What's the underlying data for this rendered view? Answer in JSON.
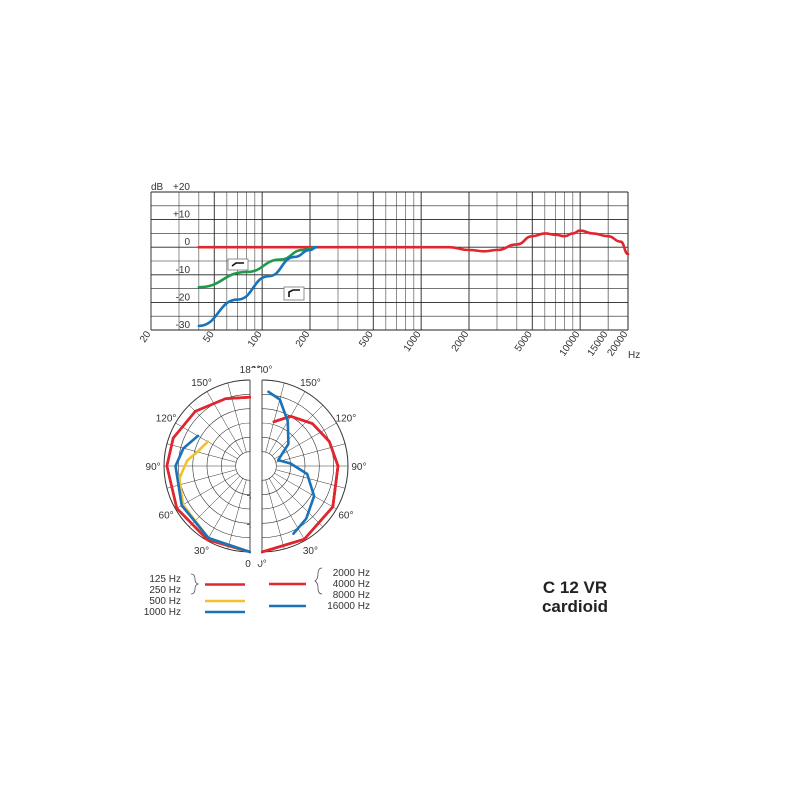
{
  "chart_data": [
    {
      "type": "line",
      "title": "",
      "xlabel": "Hz",
      "ylabel": "dB",
      "xscale": "log",
      "xlim": [
        20,
        20000
      ],
      "ylim": [
        -30,
        20
      ],
      "grid": true,
      "x_tick_labels": [
        "20",
        "50",
        "100",
        "200",
        "500",
        "1000",
        "2000",
        "5000",
        "10000",
        "15000",
        "20000"
      ],
      "x_ticks": [
        20,
        50,
        100,
        200,
        500,
        1000,
        2000,
        5000,
        10000,
        15000,
        20000
      ],
      "y_tick_labels": [
        "+20",
        "+10",
        "0",
        "-10",
        "-20",
        "-30"
      ],
      "y_ticks": [
        20,
        10,
        0,
        -10,
        -20,
        -30
      ],
      "colors": {
        "frequency_response": "#e0262e",
        "low_cut_1": "#1f9a4a",
        "low_cut_2": "#1a72b8"
      },
      "series": [
        {
          "key": "frequency_response",
          "x": [
            40,
            100,
            200,
            500,
            1000,
            1500,
            2000,
            2500,
            3000,
            4000,
            5000,
            6000,
            7000,
            8000,
            9000,
            10000,
            12000,
            15000,
            18000,
            20000
          ],
          "y": [
            0,
            0,
            0,
            0,
            0,
            0,
            -1,
            -1.5,
            -1,
            1,
            4,
            5,
            4.5,
            4,
            5,
            6,
            5,
            4,
            2,
            -2.5
          ]
        },
        {
          "key": "low_cut_1",
          "x": [
            40,
            80,
            130,
            180,
            220
          ],
          "y": [
            -14.5,
            -9,
            -4.5,
            -1,
            0
          ]
        },
        {
          "key": "low_cut_2",
          "x": [
            40,
            70,
            110,
            160,
            200,
            220
          ],
          "y": [
            -28.5,
            -19,
            -10.5,
            -3.5,
            -1,
            0
          ]
        }
      ],
      "filter_icons": [
        "low-cut-1-icon",
        "low-cut-2-icon"
      ]
    },
    {
      "type": "polar",
      "title": "",
      "angle_labels": [
        "0°",
        "30°",
        "60°",
        "90°",
        "120°",
        "150°",
        "180°",
        "0°",
        "30°",
        "60°",
        "90°",
        "120°",
        "150°",
        "180°"
      ],
      "radial_labels": [
        "-20",
        "-10",
        "0"
      ],
      "rlim": [
        -30,
        0
      ],
      "left_half": [
        {
          "name": "125 Hz",
          "color": "#e0262e",
          "angles_deg": [
            0,
            30,
            60,
            90,
            110,
            135,
            160,
            180
          ],
          "db": [
            0,
            -0.3,
            -0.5,
            -1,
            -1.5,
            -3,
            -5,
            -6
          ]
        },
        {
          "name": "250 Hz",
          "color": "#e0262e",
          "angles_deg": [
            0,
            30,
            60,
            90,
            110,
            135,
            160,
            180
          ],
          "db": [
            0,
            -0.3,
            -0.5,
            -1,
            -1.5,
            -3,
            -5,
            -6
          ]
        },
        {
          "name": "500 Hz",
          "color": "#f2c12e",
          "angles_deg": [
            0,
            30,
            60,
            80,
            95,
            105,
            120
          ],
          "db": [
            0,
            -1,
            -3,
            -5,
            -8,
            -11,
            -13
          ]
        },
        {
          "name": "1000 Hz",
          "color": "#1a72b8",
          "angles_deg": [
            0,
            30,
            60,
            90,
            105,
            120
          ],
          "db": [
            0,
            -1,
            -2.5,
            -4,
            -6,
            -9
          ]
        }
      ],
      "right_half": [
        {
          "name": "2000 Hz",
          "color": "#e0262e",
          "angles_deg": [
            0,
            30,
            60,
            90,
            110,
            130,
            150,
            165
          ],
          "db": [
            0,
            -0.5,
            -1.5,
            -3.5,
            -5,
            -7,
            -10,
            -14
          ]
        },
        {
          "name": "4000 Hz",
          "color": "#e0262e",
          "angles_deg": [
            0,
            30,
            60,
            90,
            110,
            130,
            150,
            165
          ],
          "db": [
            0,
            -0.5,
            -1.5,
            -3.5,
            -5,
            -7,
            -10,
            -14
          ]
        },
        {
          "name": "8000 Hz",
          "color": "#e0262e",
          "angles_deg": [
            0,
            30,
            60,
            90,
            110,
            130,
            150,
            165
          ],
          "db": [
            0,
            -0.5,
            -1.5,
            -3.5,
            -5,
            -7,
            -10,
            -14
          ]
        },
        {
          "name": "16000 Hz",
          "color": "#1a72b8",
          "angles_deg": [
            25,
            40,
            60,
            80,
            95,
            110,
            130,
            150,
            165,
            175
          ],
          "db": [
            -4,
            -6,
            -9,
            -14,
            -20,
            -24,
            -18,
            -12,
            -6,
            -4
          ]
        }
      ]
    }
  ],
  "legend": {
    "left_groups": [
      {
        "entries": [
          "125 Hz",
          "250 Hz"
        ],
        "color": "#e0262e"
      },
      {
        "entries": [
          "500 Hz"
        ],
        "color": "#f2c12e"
      },
      {
        "entries": [
          "1000 Hz"
        ],
        "color": "#1a72b8"
      }
    ],
    "right_groups": [
      {
        "entries": [
          "2000 Hz",
          "4000 Hz",
          "8000 Hz"
        ],
        "color": "#e0262e"
      },
      {
        "entries": [
          "16000 Hz"
        ],
        "color": "#1a72b8"
      }
    ]
  },
  "product": {
    "model": "C 12 VR",
    "pattern": "cardioid"
  }
}
